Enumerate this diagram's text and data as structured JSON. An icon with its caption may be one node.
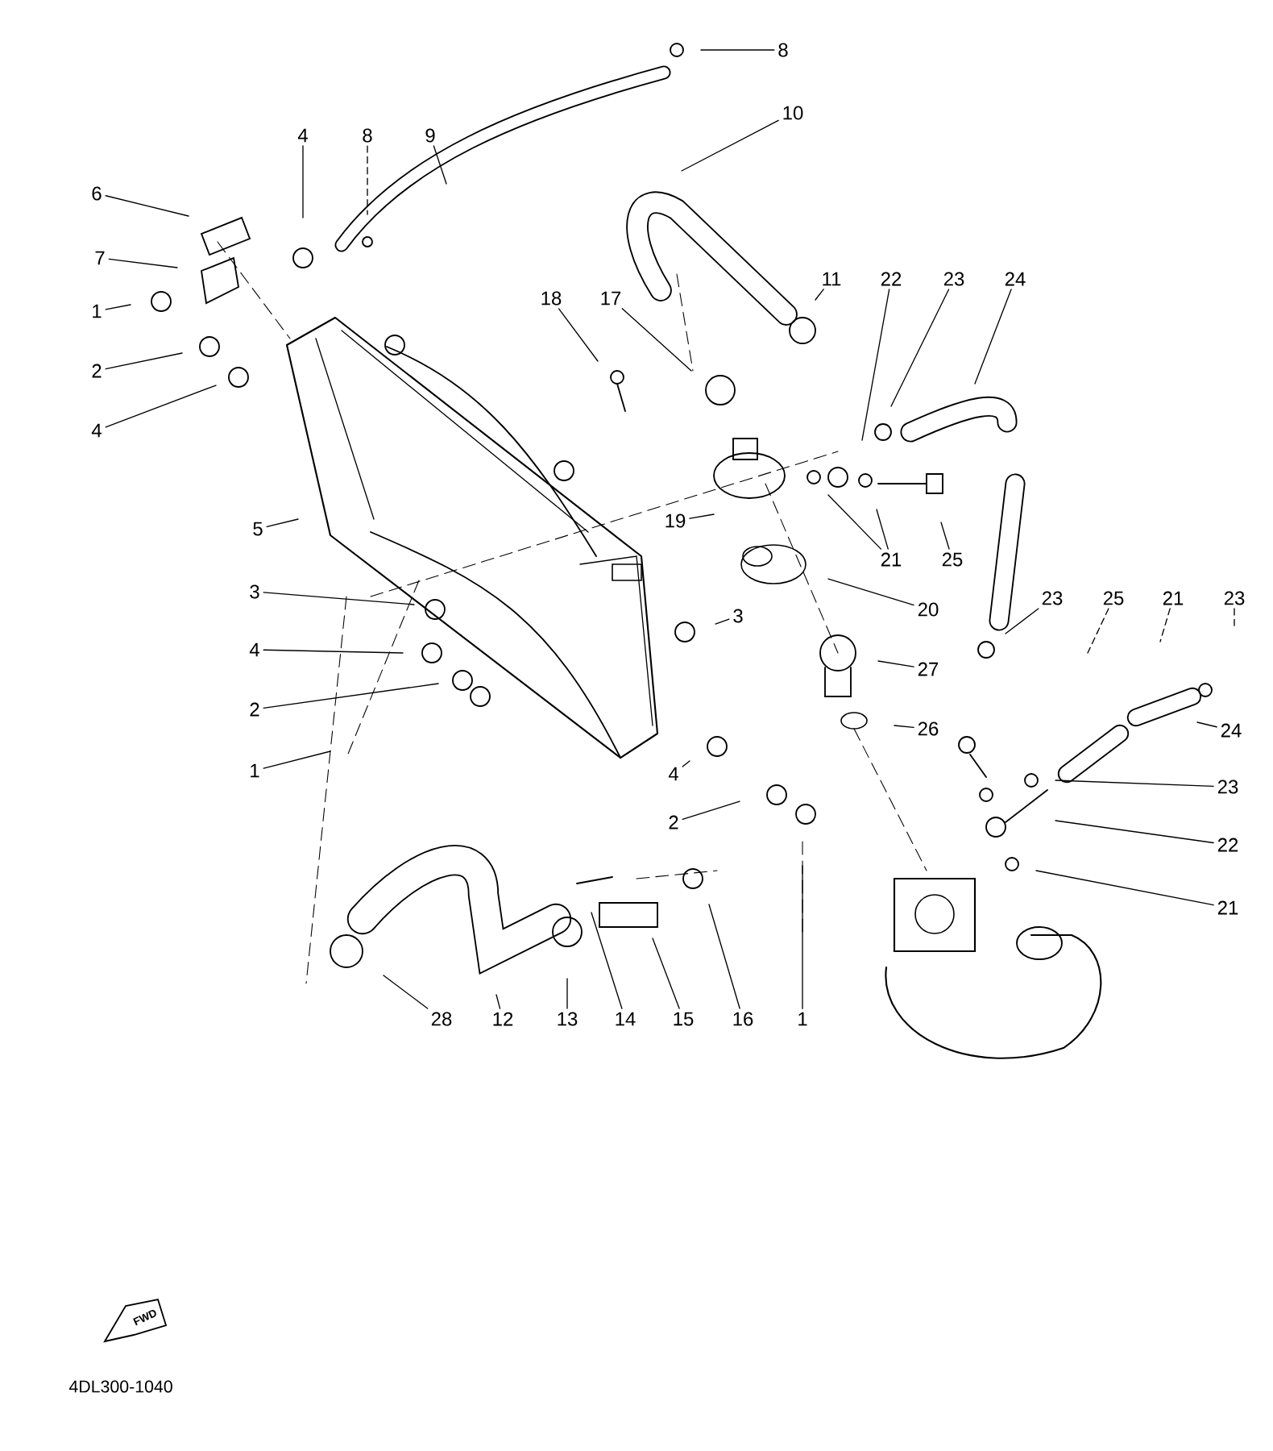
{
  "diagram": {
    "nodes": [
      {
        "text": [
          "8"
        ]
      },
      {
        "text": [
          "4"
        ]
      },
      {
        "text": [
          "8"
        ]
      },
      {
        "text": [
          "9"
        ]
      },
      {
        "text": [
          "10"
        ]
      },
      {
        "text": [
          "6"
        ]
      },
      {
        "text": [
          "7"
        ]
      },
      {
        "text": [
          "1"
        ]
      },
      {
        "text": [
          "2"
        ]
      },
      {
        "text": [
          "4"
        ]
      },
      {
        "text": [
          "11"
        ]
      },
      {
        "text": [
          "18"
        ]
      },
      {
        "text": [
          "17"
        ]
      },
      {
        "text": [
          "22"
        ]
      },
      {
        "text": [
          "23"
        ]
      },
      {
        "text": [
          "24"
        ]
      },
      {
        "text": [
          "5"
        ]
      },
      {
        "text": [
          "19"
        ]
      },
      {
        "text": [
          "21"
        ]
      },
      {
        "text": [
          "25"
        ]
      },
      {
        "text": [
          "3"
        ]
      },
      {
        "text": [
          "3"
        ]
      },
      {
        "text": [
          "20"
        ]
      },
      {
        "text": [
          "23"
        ]
      },
      {
        "text": [
          "25"
        ]
      },
      {
        "text": [
          "21"
        ]
      },
      {
        "text": [
          "23"
        ]
      },
      {
        "text": [
          "4"
        ]
      },
      {
        "text": [
          "27"
        ]
      },
      {
        "text": [
          "2"
        ]
      },
      {
        "text": [
          "26"
        ]
      },
      {
        "text": [
          "24"
        ]
      },
      {
        "text": [
          "1"
        ]
      },
      {
        "text": [
          "4"
        ]
      },
      {
        "text": [
          "2"
        ]
      },
      {
        "text": [
          "23"
        ]
      },
      {
        "text": [
          "22"
        ]
      },
      {
        "text": [
          "21"
        ]
      },
      {
        "text": [
          "28"
        ]
      },
      {
        "text": [
          "12"
        ]
      },
      {
        "text": [
          "13"
        ]
      },
      {
        "text": [
          "14"
        ]
      },
      {
        "text": [
          "15"
        ]
      },
      {
        "text": [
          "16"
        ]
      },
      {
        "text": [
          "1"
        ]
      }
    ],
    "edges": [
      {
        "from": 0,
        "to": null,
        "arrow": "none"
      },
      {
        "from": 1,
        "to": null,
        "arrow": "none"
      },
      {
        "from": 2,
        "to": null,
        "arrow": "none",
        "style": "dashed"
      },
      {
        "from": 3,
        "to": null,
        "arrow": "none"
      },
      {
        "from": 4,
        "to": null,
        "arrow": "none"
      },
      {
        "from": 5,
        "to": null,
        "arrow": "none"
      },
      {
        "from": 6,
        "to": null,
        "arrow": "none"
      },
      {
        "from": 7,
        "to": null,
        "arrow": "none"
      },
      {
        "from": 8,
        "to": null,
        "arrow": "none"
      },
      {
        "from": 9,
        "to": null,
        "arrow": "none"
      },
      {
        "from": 10,
        "to": null,
        "arrow": "none"
      },
      {
        "from": 11,
        "to": null,
        "arrow": "none"
      },
      {
        "from": 12,
        "to": null,
        "arrow": "none"
      },
      {
        "from": 13,
        "to": null,
        "arrow": "none"
      },
      {
        "from": 14,
        "to": null,
        "arrow": "none"
      },
      {
        "from": 15,
        "to": null,
        "arrow": "none"
      },
      {
        "from": 16,
        "to": null,
        "arrow": "none"
      },
      {
        "from": 17,
        "to": null,
        "arrow": "none"
      },
      {
        "from": 18,
        "to": null,
        "arrow": "none"
      },
      {
        "from": 18,
        "to": null,
        "arrow": "none"
      },
      {
        "from": 19,
        "to": null,
        "arrow": "none"
      },
      {
        "from": 20,
        "to": null,
        "arrow": "none"
      },
      {
        "from": 21,
        "to": null,
        "arrow": "none"
      },
      {
        "from": 22,
        "to": null,
        "arrow": "none"
      },
      {
        "from": 23,
        "to": null,
        "arrow": "none"
      },
      {
        "from": 24,
        "to": null,
        "arrow": "none",
        "style": "dashed"
      },
      {
        "from": 25,
        "to": null,
        "arrow": "none",
        "style": "dashed"
      },
      {
        "from": 26,
        "to": null,
        "arrow": "none",
        "style": "dashed"
      },
      {
        "from": 27,
        "to": null,
        "arrow": "none"
      },
      {
        "from": 28,
        "to": null,
        "arrow": "none"
      },
      {
        "from": 29,
        "to": null,
        "arrow": "none"
      },
      {
        "from": 30,
        "to": null,
        "arrow": "none"
      },
      {
        "from": 31,
        "to": null,
        "arrow": "none"
      },
      {
        "from": 32,
        "to": null,
        "arrow": "none"
      },
      {
        "from": 33,
        "to": null,
        "arrow": "none"
      },
      {
        "from": 34,
        "to": null,
        "arrow": "none"
      },
      {
        "from": 35,
        "to": null,
        "arrow": "none"
      },
      {
        "from": 36,
        "to": null,
        "arrow": "none"
      },
      {
        "from": 37,
        "to": null,
        "arrow": "none"
      },
      {
        "from": 38,
        "to": null,
        "arrow": "none"
      },
      {
        "from": 39,
        "to": null,
        "arrow": "none"
      },
      {
        "from": 40,
        "to": null,
        "arrow": "none"
      },
      {
        "from": 41,
        "to": null,
        "arrow": "none"
      },
      {
        "from": 42,
        "to": null,
        "arrow": "none"
      },
      {
        "from": 43,
        "to": null,
        "arrow": "none"
      },
      {
        "from": 44,
        "to": null,
        "arrow": "none"
      }
    ],
    "labels": [
      "FWD",
      "4DL300-1040"
    ]
  }
}
